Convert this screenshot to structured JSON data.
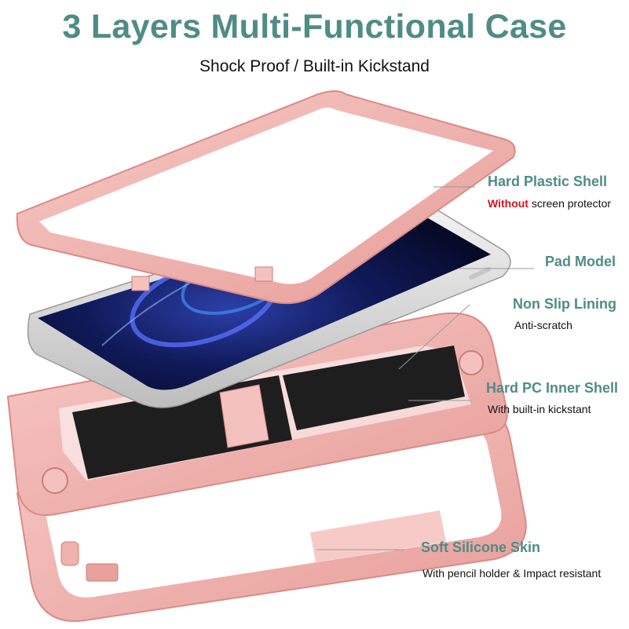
{
  "header": {
    "title": "3 Layers Multi-Functional Case",
    "subtitle": "Shock Proof / Built-in Kickstand"
  },
  "colors": {
    "accent": "#4f8c86",
    "warning": "#d2141d",
    "case_pink": "#f2b3b0"
  },
  "labels": {
    "hard_shell": {
      "title": "Hard Plastic Shell",
      "note_highlight": "Without",
      "note_rest": " screen protector"
    },
    "pad_model": {
      "title": "Pad Model"
    },
    "lining": {
      "title": "Non Slip Lining",
      "note": "Anti-scratch"
    },
    "inner_shell": {
      "title": "Hard PC Inner Shell",
      "note": "With built-in kickstant"
    },
    "silicone": {
      "title": "Soft Silicone Skin",
      "note": "With pencil holder & Impact resistant"
    }
  }
}
